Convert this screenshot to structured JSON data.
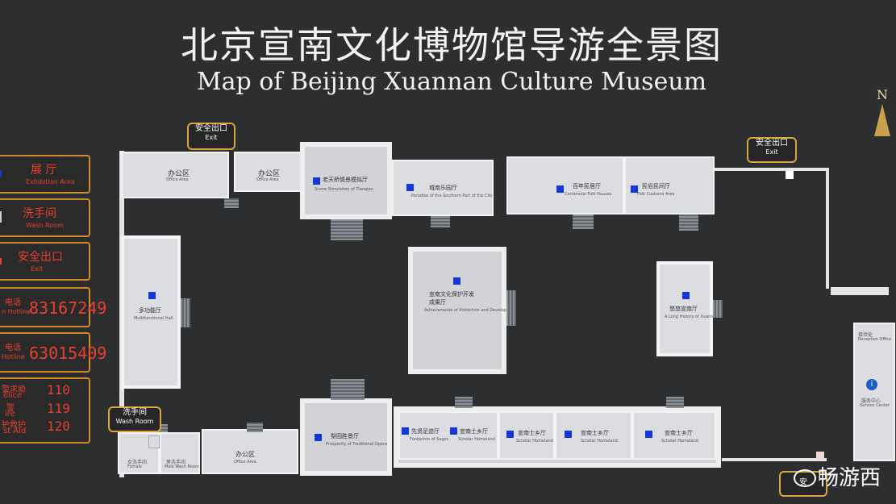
{
  "header": {
    "title_cn": "北京宣南文化博物馆导游全景图",
    "title_en": "Map of Beijing Xuannan Culture Museum",
    "north": "N"
  },
  "legend": {
    "exhibition_cn": "展 厅",
    "exhibition_en": "Exhibition Area",
    "washroom_cn": "洗手间",
    "washroom_en": "Wash Room",
    "exit_cn": "安全出口",
    "exit_en": "Exit",
    "phone1_cn": "电话",
    "phone1_en": "n Hotline",
    "phone1_num": "83167249",
    "phone2_cn": "电话",
    "phone2_en": "Hotline",
    "phone2_num": "63015409",
    "emerg_police_cn": "警求助",
    "emerg_police_en": "olice",
    "emerg_police_num": "110",
    "emerg_fire_cn": "警",
    "emerg_fire_en": "ire",
    "emerg_fire_num": "119",
    "emerg_aid_cn": "护救护",
    "emerg_aid_en": "st Aid",
    "emerg_aid_num": "120",
    "colors": {
      "accent": "#e6402f",
      "frame": "#d08a2a",
      "exhibit": "#1637d8"
    }
  },
  "exits": {
    "top_left_cn": "安全出口",
    "top_left_en": "Exit",
    "top_right_cn": "安全出口",
    "top_right_en": "Exit",
    "bottom_cn": "安"
  },
  "washroom_tag": {
    "cn": "洗手间",
    "en": "Wash Room"
  },
  "rooms": {
    "office1": {
      "cn": "办公区",
      "en": "Office Area"
    },
    "office2": {
      "cn": "办公区",
      "en": "Office Area"
    },
    "laotian": {
      "cn": "老天桥情景模拟厅",
      "en": "Scene Simulation of Tianqiao"
    },
    "chengnan": {
      "cn": "城南乐园厅",
      "en": "Paradise of the Southern Part of the City"
    },
    "baijia": {
      "cn": "百年民居厅",
      "en": "Centennial Folk Houses"
    },
    "minsu": {
      "cn": "民俗民间厅",
      "en": "Folk Customs Area"
    },
    "duogong": {
      "cn": "多功能厅",
      "en": "Multifunctional Hall"
    },
    "baohu": {
      "cn": "宣南文化保护开发\n成果厅",
      "en": "Achievements of Protection and Development"
    },
    "huigu": {
      "cn": "悠悠宣南厅",
      "en": "A Long History of Xuannan"
    },
    "service": {
      "cn": "接待处",
      "en": "Reception Office"
    },
    "service2": {
      "cn": "服务中心",
      "en": "Service Center"
    },
    "nvxishou": {
      "cn": "女洗手间",
      "en": "Female"
    },
    "nanxishou": {
      "cn": "男洗手间",
      "en": "Male Wash Room"
    },
    "office3": {
      "cn": "办公区",
      "en": "Office Area"
    },
    "liyuan": {
      "cn": "梨园胜景厅",
      "en": "Prosperity of Traditional Opera"
    },
    "xianxian": {
      "cn": "先贤足迹厅",
      "en": "Footprints of Sages"
    },
    "shixiang1": {
      "cn": "宣南士乡厅",
      "en": "Scholar Homeland"
    },
    "shixiang2": {
      "cn": "宣南士乡厅",
      "en": "Scholar Homeland"
    },
    "shixiang3": {
      "cn": "宣南士乡厅",
      "en": "Scholar Homeland"
    },
    "shixiang4": {
      "cn": "宣南士乡厅",
      "en": "Scholar Homeland"
    }
  },
  "watermark": "畅游西"
}
